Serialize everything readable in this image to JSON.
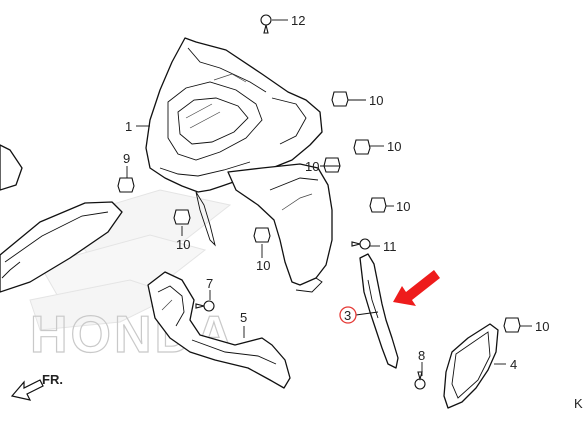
{
  "diagram": {
    "watermark_brand": "HONDA",
    "callouts": [
      {
        "id": "c12",
        "text": "12"
      },
      {
        "id": "c10a",
        "text": "10"
      },
      {
        "id": "c1",
        "text": "1"
      },
      {
        "id": "c10b",
        "text": "10"
      },
      {
        "id": "c9",
        "text": "9"
      },
      {
        "id": "c10c",
        "text": "10"
      },
      {
        "id": "c10d",
        "text": "10"
      },
      {
        "id": "c10e",
        "text": "10"
      },
      {
        "id": "c11",
        "text": "11"
      },
      {
        "id": "c10f",
        "text": "10"
      },
      {
        "id": "c7",
        "text": "7"
      },
      {
        "id": "c5",
        "text": "5"
      },
      {
        "id": "c3",
        "text": "3"
      },
      {
        "id": "c10g",
        "text": "10"
      },
      {
        "id": "c8",
        "text": "8"
      },
      {
        "id": "c4",
        "text": "4"
      }
    ],
    "direction_label": "FR.",
    "corner_label": "K",
    "highlight_color": "#e53935",
    "arrow_color": "#ee1c1c"
  }
}
